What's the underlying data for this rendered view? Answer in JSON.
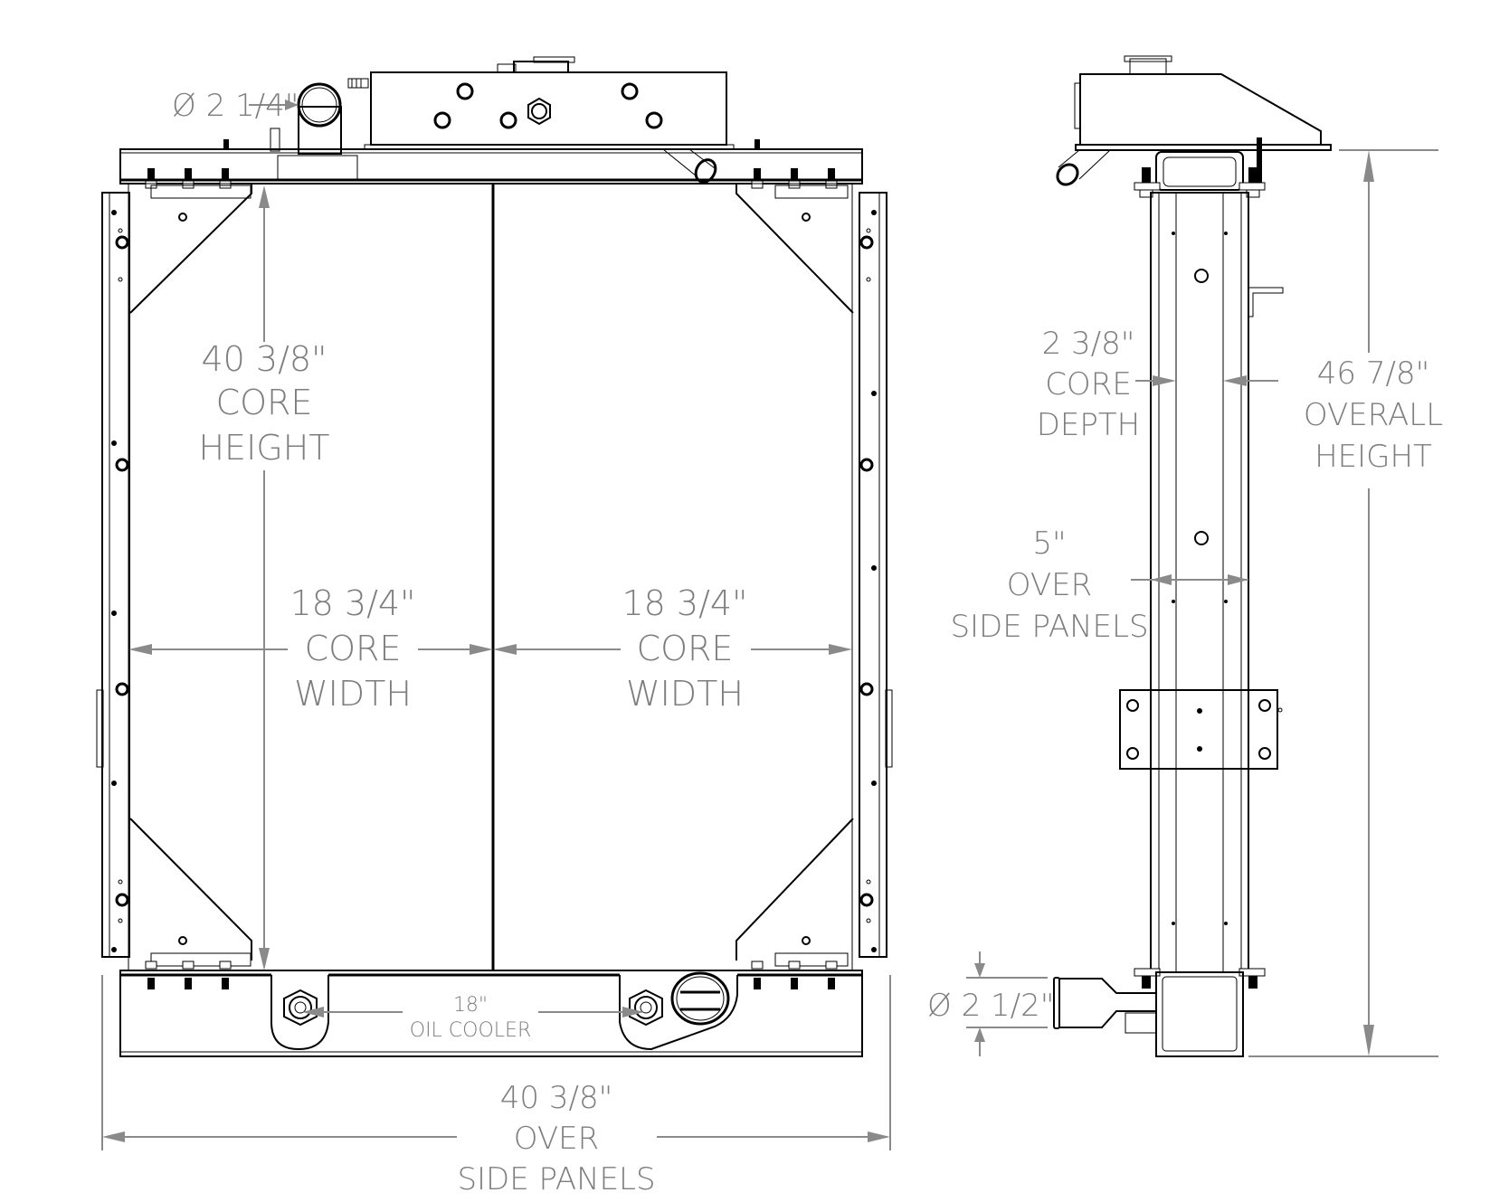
{
  "drawing": {
    "subject": "Radiator assembly",
    "colors": {
      "line": "#000000",
      "dimension": "#8a8a8a",
      "dimension_text": "#7d7d7d",
      "background": "#ffffff"
    },
    "front_view": {
      "inlet_diameter": {
        "value": "Ø 2 1/4\"",
        "symbol": "diameter-symbol"
      },
      "core_height": {
        "value": "40 3/8\"",
        "line1": "CORE",
        "line2": "HEIGHT"
      },
      "core_width_left": {
        "value": "18 3/4\"",
        "line1": "CORE",
        "line2": "WIDTH"
      },
      "core_width_right": {
        "value": "18 3/4\"",
        "line1": "CORE",
        "line2": "WIDTH"
      },
      "oil_cooler": {
        "value": "18\"",
        "label": "OIL COOLER"
      },
      "overall_width": {
        "value": "40 3/8\"",
        "line1": "OVER",
        "line2": "SIDE PANELS"
      }
    },
    "side_view": {
      "core_depth": {
        "value": "2 3/8\"",
        "line1": "CORE",
        "line2": "DEPTH"
      },
      "overall_height": {
        "value": "46 7/8\"",
        "line1": "OVERALL",
        "line2": "HEIGHT"
      },
      "side_panels_width": {
        "value": "5\"",
        "line1": "OVER",
        "line2": "SIDE PANELS"
      },
      "outlet_diameter": {
        "value": "Ø 2 1/2\"",
        "symbol": "diameter-symbol"
      }
    }
  }
}
